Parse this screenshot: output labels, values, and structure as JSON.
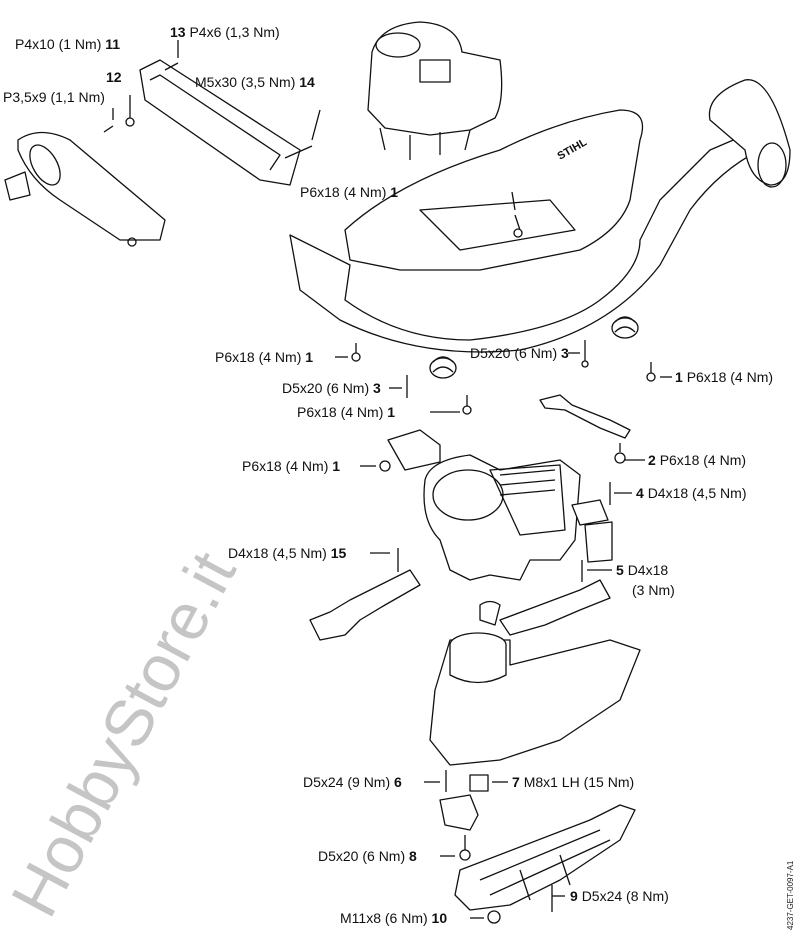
{
  "watermark": "HobbyStore.it",
  "document_id": "4237-GET-0097-A1",
  "callouts": [
    {
      "num": "13",
      "spec": "P4x6 (1,3 Nm)",
      "side": "left"
    },
    {
      "num": "11",
      "spec": "P4x10 (1 Nm)",
      "side": "right"
    },
    {
      "num": "12",
      "spec": "",
      "side": "none"
    },
    {
      "num": "",
      "spec": "P3,5x9 (1,1 Nm)",
      "side": "none"
    },
    {
      "num": "14",
      "spec": "M5x30 (3,5 Nm)",
      "side": "right"
    },
    {
      "num": "1",
      "spec": "P6x18 (4 Nm)",
      "side": "right"
    },
    {
      "num": "1",
      "spec": "P6x18 (4 Nm)",
      "side": "right"
    },
    {
      "num": "3",
      "spec": "D5x20 (6 Nm)",
      "side": "right"
    },
    {
      "num": "1",
      "spec": "P6x18 (4 Nm)",
      "side": "left"
    },
    {
      "num": "3",
      "spec": "D5x20 (6 Nm)",
      "side": "right"
    },
    {
      "num": "1",
      "spec": "P6x18 (4 Nm)",
      "side": "right"
    },
    {
      "num": "1",
      "spec": "P6x18 (4 Nm)",
      "side": "right"
    },
    {
      "num": "2",
      "spec": "P6x18 (4 Nm)",
      "side": "left"
    },
    {
      "num": "4",
      "spec": "D4x18 (4,5 Nm)",
      "side": "left"
    },
    {
      "num": "15",
      "spec": "D4x18 (4,5 Nm)",
      "side": "right"
    },
    {
      "num": "5",
      "spec": "D4x18",
      "side": "left"
    },
    {
      "num": "",
      "spec": "(3 Nm)",
      "side": "none"
    },
    {
      "num": "6",
      "spec": "D5x24 (9 Nm)",
      "side": "right"
    },
    {
      "num": "7",
      "spec": "M8x1 LH (15 Nm)",
      "side": "left"
    },
    {
      "num": "8",
      "spec": "D5x20 (6 Nm)",
      "side": "right"
    },
    {
      "num": "9",
      "spec": "D5x24 (8 Nm)",
      "side": "left"
    },
    {
      "num": "10",
      "spec": "M11x8 (6 Nm)",
      "side": "right"
    }
  ],
  "brand_mark": "STIHL"
}
